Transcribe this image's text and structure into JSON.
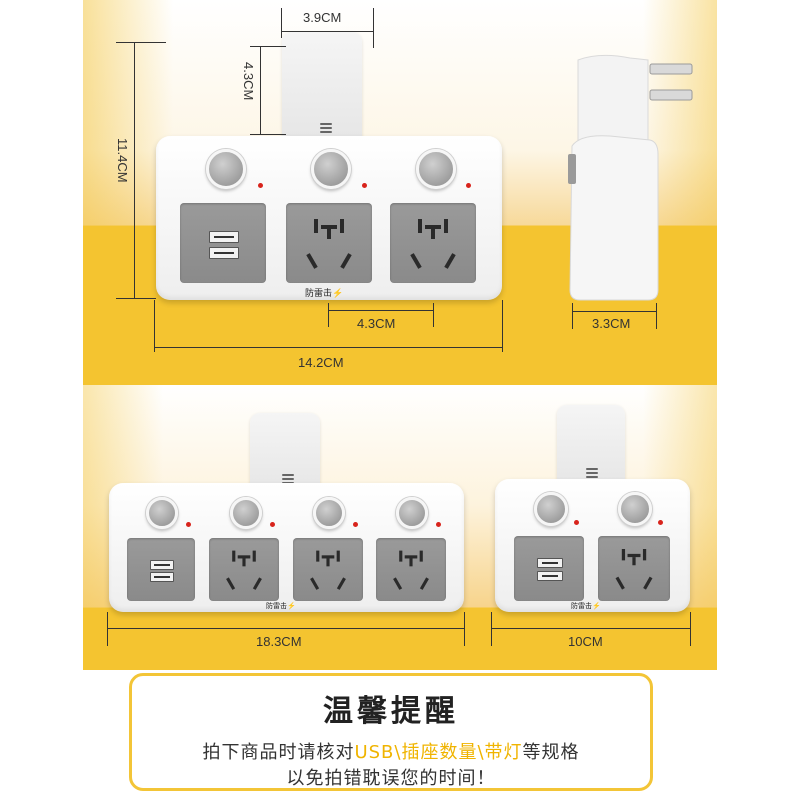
{
  "dimensions": {
    "tab_width": "3.9CM",
    "tab_height": "4.3CM",
    "total_height": "11.4CM",
    "socket_pitch": "4.3CM",
    "width_three": "14.2CM",
    "depth": "3.3CM",
    "width_four": "18.3CM",
    "width_two": "10CM"
  },
  "product": {
    "brand_text": "防雷击",
    "bolt": "⚡"
  },
  "reminder": {
    "title": "温馨提醒",
    "line1_prefix": "拍下商品时请核对",
    "line1_highlight": "USB\\插座数量\\带灯",
    "line1_suffix": "等规格",
    "line2": "以免拍错耽误您的时间！"
  },
  "colors": {
    "accent_yellow": "#f4c430",
    "led_red": "#d8241c",
    "highlight_text": "#f0b400",
    "socket_gray": "#8e8e8e"
  }
}
